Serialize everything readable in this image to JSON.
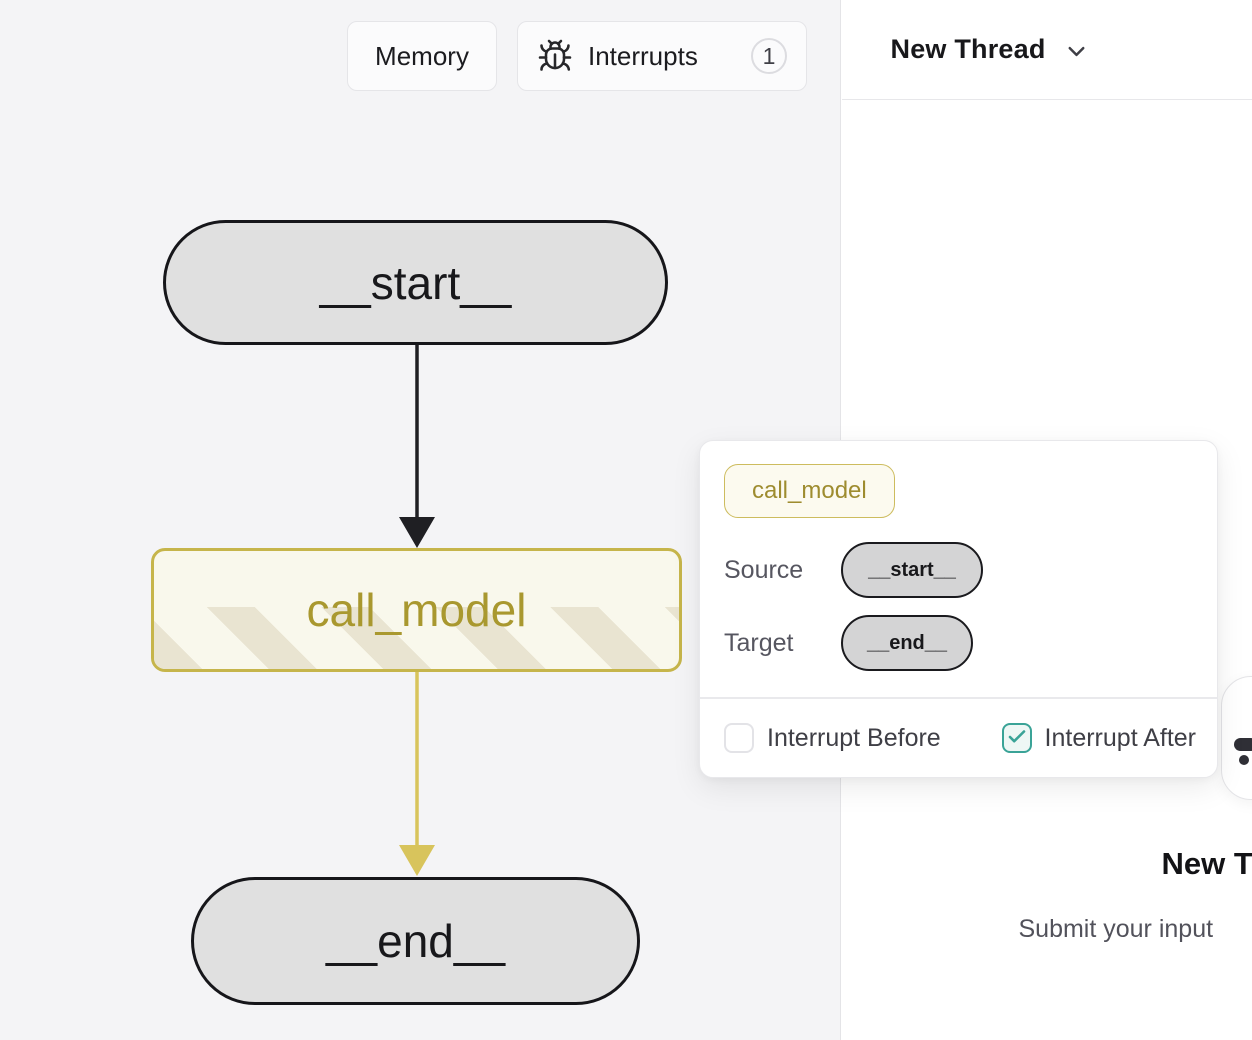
{
  "graph_panel": {
    "toolbar": {
      "memory_label": "Memory",
      "interrupts_label": "Interrupts",
      "interrupts_count": "1"
    },
    "nodes": {
      "start_label": "__start__",
      "call_model_label": "call_model",
      "end_label": "__end__"
    },
    "edges": [
      {
        "from": "__start__",
        "to": "call_model",
        "color": "#1f1f23"
      },
      {
        "from": "call_model",
        "to": "__end__",
        "color": "#d8c45c"
      }
    ]
  },
  "thread_panel": {
    "header_title": "New Thread",
    "empty_state": {
      "title": "New Thread",
      "subtitle": "Submit your input"
    }
  },
  "popover": {
    "node_badge": "call_model",
    "source_label": "Source",
    "source_value": "__start__",
    "target_label": "Target",
    "target_value": "__end__",
    "interrupt_before": {
      "label": "Interrupt Before",
      "checked": false
    },
    "interrupt_after": {
      "label": "Interrupt After",
      "checked": true
    }
  },
  "icons": {
    "bug": "bug-icon",
    "chevron": "chevron-down-icon",
    "check": "checkmark-icon",
    "sliders": "sliders-icon"
  },
  "colors": {
    "panel_bg": "#f4f4f6",
    "border": "#e4e4e7",
    "node_gray_fill": "#e0e0e0",
    "node_border_black": "#16161a",
    "accent_gold_border": "#c6b54b",
    "accent_gold_text": "#a9982f",
    "accent_gold_edge": "#d8c45c",
    "node_cream_bg": "#f9f8ec",
    "stripe_beige": "#e9e4d1",
    "teal_checkbox": "#3aa397",
    "gray_text": "#52525b"
  }
}
